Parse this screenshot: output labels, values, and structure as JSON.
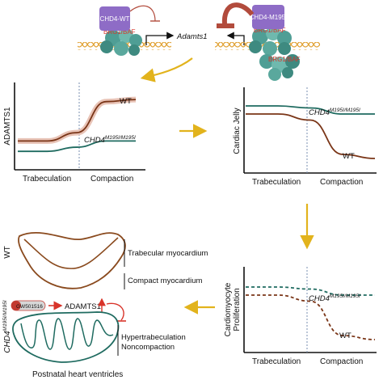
{
  "top_schematic": {
    "left_protein": "CHD4-WT",
    "right_protein": "CHD4-M195I",
    "complex_label": "BRG1/BAF",
    "gene": "Adamts1",
    "colors": {
      "chd4": "#8e6cc6",
      "baf": "#4f9e95",
      "repress": "#b24b3c",
      "dna": "#e0a030"
    }
  },
  "panel_adamts1": {
    "ylabel": "ADAMTS1",
    "series_wt": "WT",
    "series_mut_base": "CHD4",
    "series_mut_sup": "M195I/M195I",
    "x_left": "Trabeculation",
    "x_right": "Compaction"
  },
  "panel_jelly": {
    "ylabel": "Cardiac Jelly",
    "series_mut_base": "CHD4",
    "series_mut_sup": "M195I/M195I",
    "series_wt": "WT",
    "x_left": "Trabeculation",
    "x_right": "Compaction"
  },
  "panel_prolif": {
    "ylabel_1": "Cardiomyocyte",
    "ylabel_2": "Proliferation",
    "series_mut_base": "CHD4",
    "series_mut_sup": "M195I/M195I",
    "series_wt": "WT",
    "x_left": "Trabeculation",
    "x_right": "Compaction"
  },
  "heart_panel": {
    "wt_label": "WT",
    "trabecular": "Trabecular myocardium",
    "compact": "Compact myocardium",
    "mut_base": "CHD4",
    "mut_sup": "M195I/M195I",
    "drug": "GW501516",
    "target": "ADAMTS1",
    "phenotype_1": "Hypertrabeculation",
    "phenotype_2": "Noncompaction",
    "caption": "Postnatal heart ventricles"
  },
  "chart_data": [
    {
      "type": "line",
      "ylabel": "ADAMTS1",
      "xlabel_regions": [
        "Trabeculation",
        "Compaction"
      ],
      "x": [
        0,
        1,
        2,
        3,
        4
      ],
      "series": [
        {
          "name": "WT",
          "values": [
            1,
            1,
            1.4,
            2.9,
            3
          ]
        },
        {
          "name": "CHD4 M195I/M195I",
          "values": [
            0.5,
            0.5,
            0.7,
            1,
            1
          ]
        }
      ]
    },
    {
      "type": "line",
      "ylabel": "Cardiac Jelly",
      "xlabel_regions": [
        "Trabeculation",
        "Compaction"
      ],
      "x": [
        0,
        1,
        2,
        3,
        4
      ],
      "series": [
        {
          "name": "CHD4 M195I/M195I",
          "values": [
            3,
            3,
            2.9,
            2.6,
            2.6
          ]
        },
        {
          "name": "WT",
          "values": [
            2.6,
            2.6,
            2.3,
            0.6,
            0.4
          ]
        }
      ]
    },
    {
      "type": "line",
      "ylabel": "Cardiomyocyte Proliferation",
      "xlabel_regions": [
        "Trabeculation",
        "Compaction"
      ],
      "x": [
        0,
        1,
        2,
        3,
        4
      ],
      "series": [
        {
          "name": "CHD4 M195I/M195I",
          "values": [
            3,
            3,
            2.9,
            2.6,
            2.6
          ]
        },
        {
          "name": "WT",
          "values": [
            2.6,
            2.6,
            2.3,
            0.6,
            0.4
          ]
        }
      ]
    }
  ]
}
